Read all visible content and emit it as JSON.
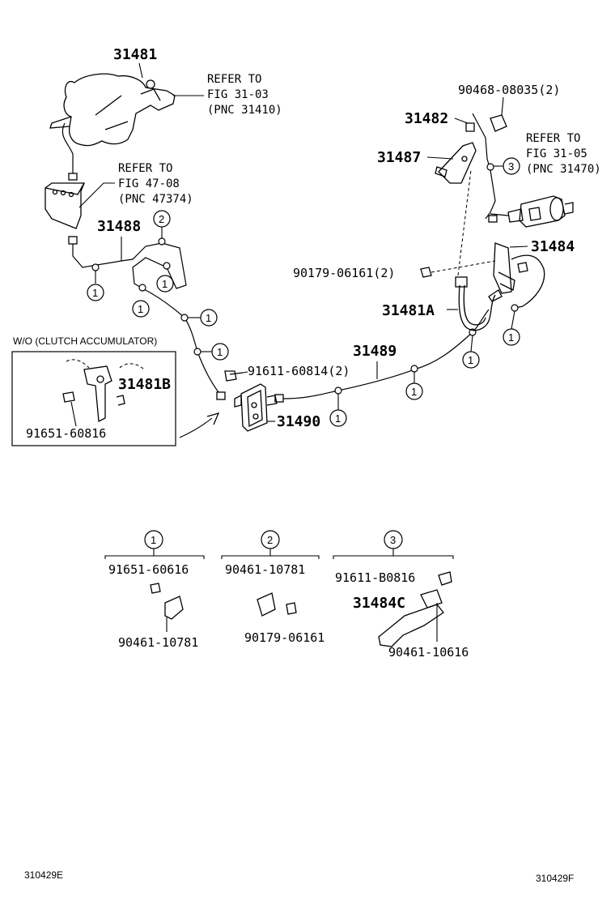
{
  "callouts": {
    "c31481": "31481",
    "c31481_ref": [
      "REFER TO",
      "FIG 31-03",
      "(PNC 31410)"
    ],
    "c90468": "90468-08035(2)",
    "c31482": "31482",
    "c31487": "31487",
    "c31470_ref": [
      "REFER TO",
      "FIG 31-05",
      "(PNC 31470)"
    ],
    "c47374_ref": [
      "REFER TO",
      "FIG 47-08",
      "(PNC 47374)"
    ],
    "c31488": "31488",
    "c31484": "31484",
    "c90179_2": "90179-06161(2)",
    "c31481A": "31481A",
    "c31489": "31489",
    "c91611_2": "91611-60814(2)",
    "c31490": "31490",
    "c31481B": "31481B",
    "c91651_60816": "91651-60816",
    "inset_title": "W/O (CLUTCH ACCUMULATOR)"
  },
  "markers": {
    "one": "1",
    "two": "2",
    "three": "3"
  },
  "kits": {
    "kit1": {
      "number": "1",
      "parts": [
        "91651-60616",
        "90461-10781"
      ]
    },
    "kit2": {
      "number": "2",
      "parts": [
        "90461-10781",
        "90179-06161"
      ]
    },
    "kit3": {
      "number": "3",
      "parts": [
        "91611-B0816",
        "31484C",
        "90461-10616"
      ]
    }
  },
  "footer": {
    "left_code": "310429E",
    "right_code": "310429F"
  }
}
